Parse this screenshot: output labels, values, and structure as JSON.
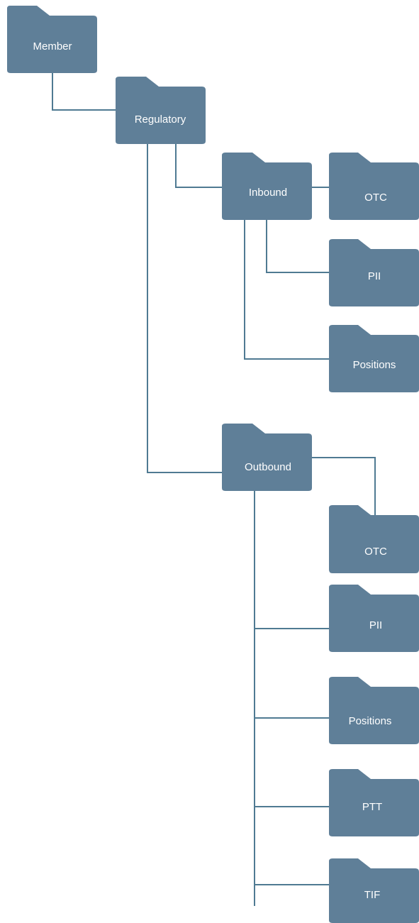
{
  "colors": {
    "folder": "#5f7f98",
    "connector": "#4f7a92",
    "label_text": "#ffffff",
    "background": "#ffffff"
  },
  "tree": {
    "root": {
      "label": "Member",
      "icon": "folder-icon",
      "children": [
        {
          "label": "Regulatory",
          "icon": "folder-icon",
          "children": [
            {
              "label": "Inbound",
              "icon": "folder-icon",
              "children": [
                {
                  "label": "OTC",
                  "icon": "folder-icon"
                },
                {
                  "label": "PII",
                  "icon": "folder-icon"
                },
                {
                  "label": "Positions",
                  "icon": "folder-icon"
                }
              ]
            },
            {
              "label": "Outbound",
              "icon": "folder-icon",
              "children": [
                {
                  "label": "OTC",
                  "icon": "folder-icon"
                },
                {
                  "label": "PII",
                  "icon": "folder-icon"
                },
                {
                  "label": "Positions",
                  "icon": "folder-icon"
                },
                {
                  "label": "PTT",
                  "icon": "folder-icon"
                },
                {
                  "label": "TIF",
                  "icon": "folder-icon"
                }
              ]
            }
          ]
        }
      ]
    }
  }
}
